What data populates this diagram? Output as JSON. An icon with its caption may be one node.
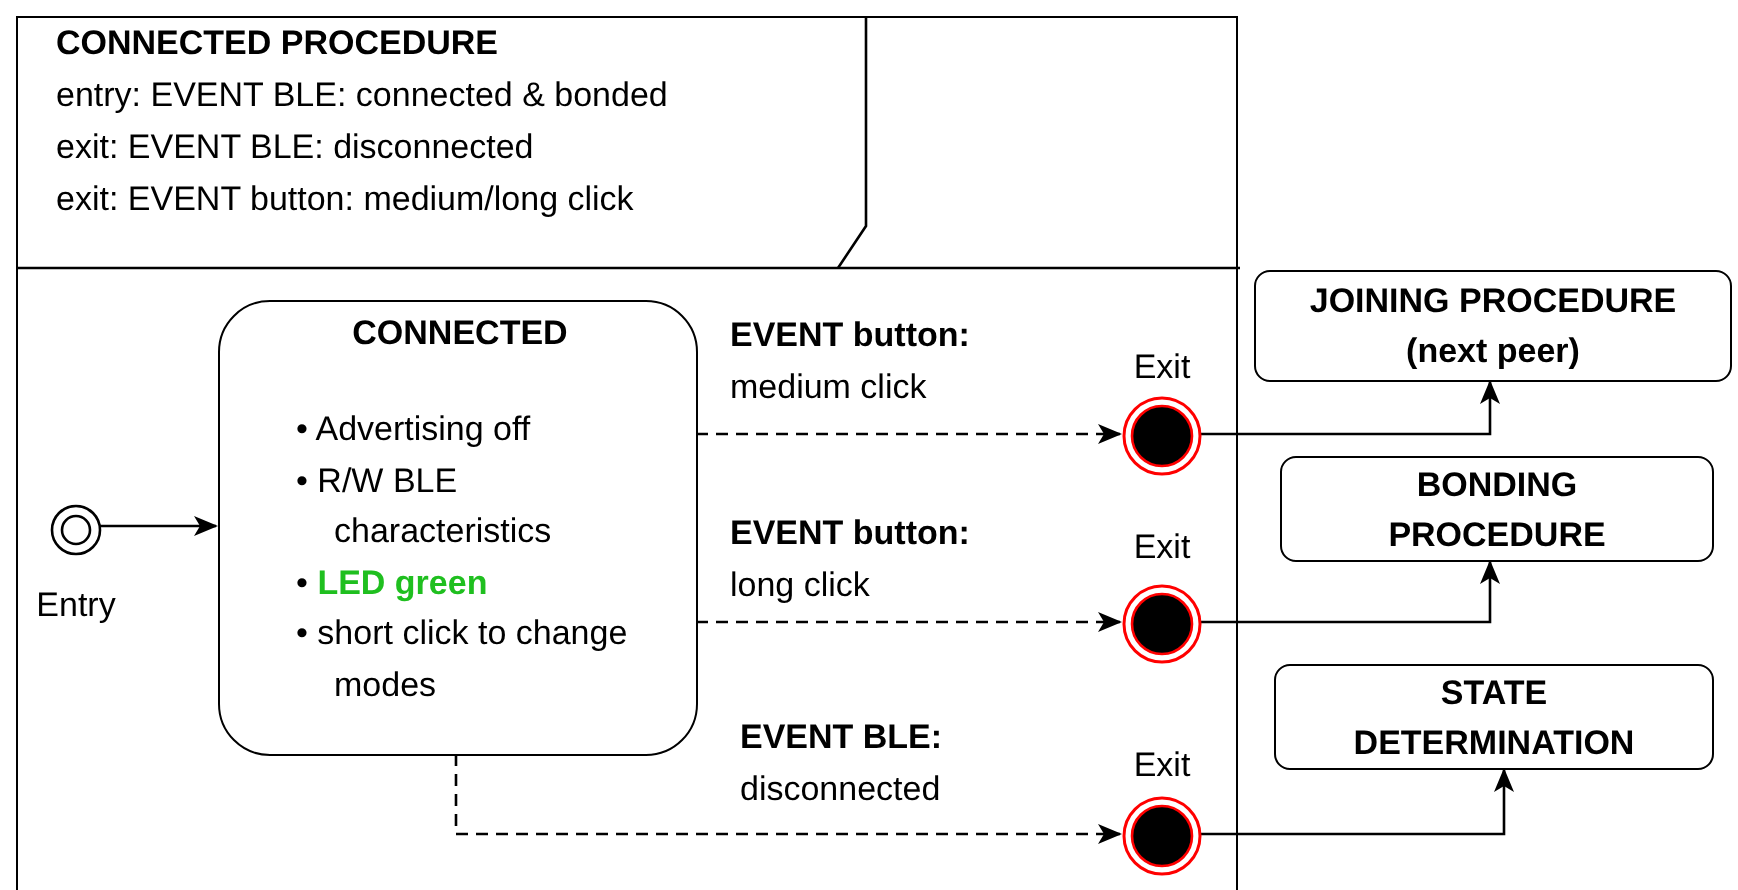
{
  "diagram": {
    "nodes": [
      {
        "text": [
          "CONNECTED PROCEDURE",
          "entry: EVENT BLE: connected & bonded",
          "exit: EVENT BLE: disconnected",
          "exit: EVENT button: medium/long click"
        ]
      },
      {
        "text": [],
        "shape": "circle",
        "in": 0,
        "beside": [
          "Entry"
        ]
      },
      {
        "text": [
          "CONNECTED",
          "• Advertising off",
          "• R/W BLE characteristics",
          "• **LED green**",
          "• short  click to change modes"
        ],
        "in": 0
      },
      {
        "text": [],
        "shape": "circle",
        "in": 0,
        "beside": [
          "Exit"
        ]
      },
      {
        "text": [],
        "shape": "circle",
        "in": 0,
        "beside": [
          "Exit"
        ]
      },
      {
        "text": [],
        "shape": "circle",
        "in": 0,
        "beside": [
          "Exit"
        ]
      },
      {
        "text": [
          "JOINING PROCEDURE (next peer)"
        ]
      },
      {
        "text": [
          "BONDING PROCEDURE"
        ]
      },
      {
        "text": [
          "STATE DETERMINATION"
        ]
      }
    ],
    "edges": [
      {
        "from": 1,
        "to": 2,
        "arrow": "to"
      },
      {
        "from": 2,
        "to": 3,
        "arrow": "to",
        "style": "dashed",
        "label": "**EVENT button:** medium click"
      },
      {
        "from": 2,
        "to": 4,
        "arrow": "to",
        "style": "dashed",
        "label": "**EVENT button:** long click"
      },
      {
        "from": 2,
        "to": 5,
        "arrow": "to",
        "style": "dashed",
        "label": "**EVENT BLE:** disconnected"
      },
      {
        "from": 3,
        "to": 6,
        "arrow": "to"
      },
      {
        "from": 4,
        "to": 7,
        "arrow": "to"
      },
      {
        "from": 5,
        "to": 8,
        "arrow": "to"
      }
    ]
  }
}
